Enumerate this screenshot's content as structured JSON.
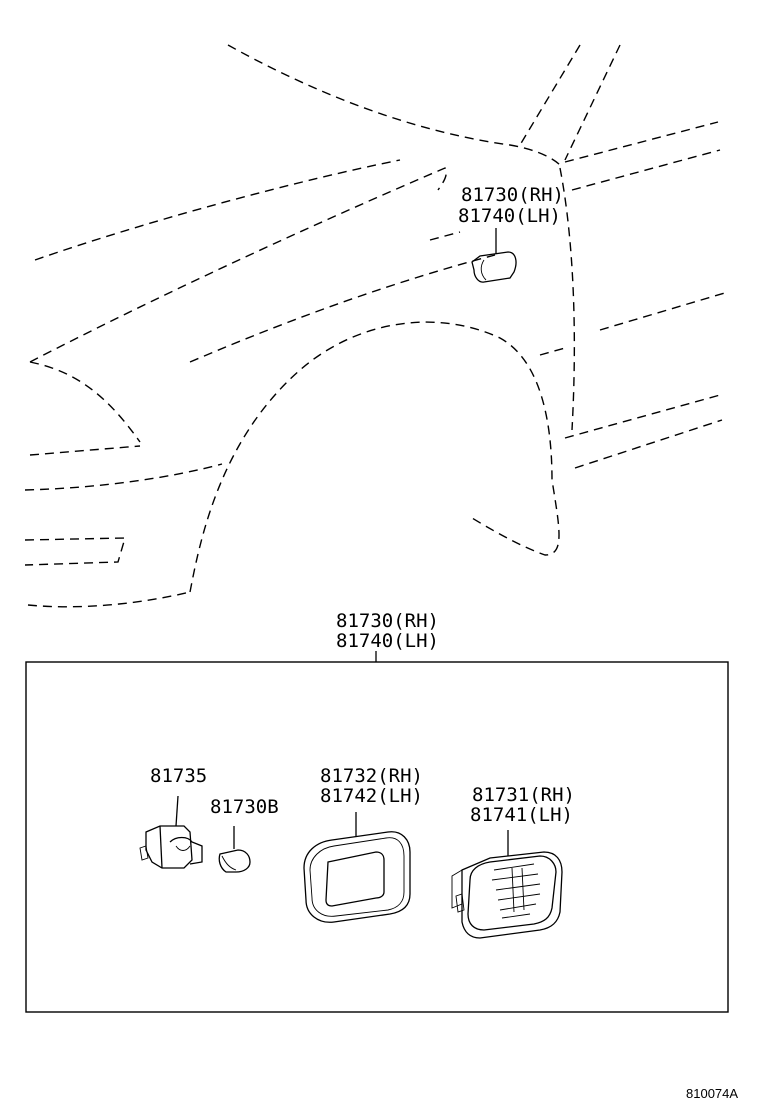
{
  "diagram": {
    "fender_callout": {
      "line1": "81730(RH)",
      "line2": "81740(LH)"
    },
    "assembly_callout": {
      "line1": "81730(RH)",
      "line2": "81740(LH)"
    },
    "parts": [
      {
        "id": "socket",
        "line1": "81735",
        "line2": ""
      },
      {
        "id": "bulb",
        "line1": "81730B",
        "line2": ""
      },
      {
        "id": "gasket",
        "line1": "81732(RH)",
        "line2": "81742(LH)"
      },
      {
        "id": "lens",
        "line1": "81731(RH)",
        "line2": "81741(LH)"
      }
    ],
    "illustration_code": "810074A"
  }
}
